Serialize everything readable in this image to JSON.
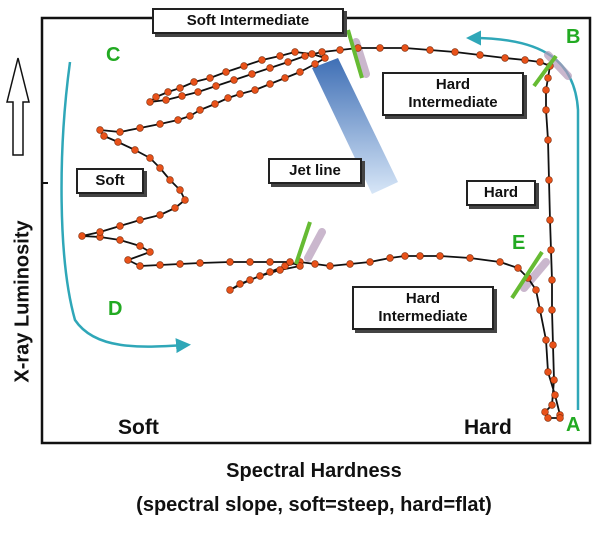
{
  "axes": {
    "ylabel": "X-ray Luminosity",
    "xlabel": "Spectral Hardness",
    "xlabel_sub": "(spectral slope, soft=steep, hard=flat)",
    "x_end_left": "Soft",
    "x_end_right": "Hard"
  },
  "states": {
    "soft": "Soft",
    "hard": "Hard",
    "soft_intermediate": "Soft Intermediate",
    "hard_intermediate_top": [
      "Hard",
      "Intermediate"
    ],
    "hard_intermediate_bottom": [
      "Hard",
      "Intermediate"
    ]
  },
  "jet_line": "Jet line",
  "points": {
    "A": "A",
    "B": "B",
    "C": "C",
    "D": "D",
    "E": "E"
  },
  "colors": {
    "track": "#111111",
    "dot": "#e8521a",
    "arrow": "#2fa7b8",
    "marker": "#66bb33",
    "marker_shadow": "#b49ab8",
    "letters": "#22aa22",
    "jet_top": "#3f6fb5",
    "jet_bottom": "#d7e6f7"
  }
}
